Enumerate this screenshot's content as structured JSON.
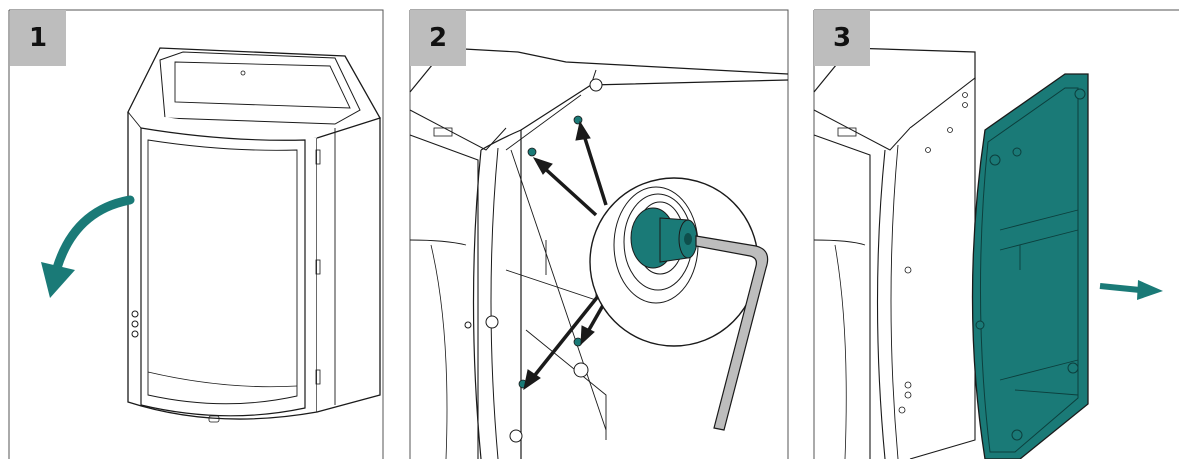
{
  "steps": [
    {
      "number": "1"
    },
    {
      "number": "2"
    },
    {
      "number": "3"
    }
  ],
  "colors": {
    "accent": "#1a7a77",
    "badge": "#bdbdbd",
    "line": "#1a1a1a",
    "frame": "#555555"
  }
}
